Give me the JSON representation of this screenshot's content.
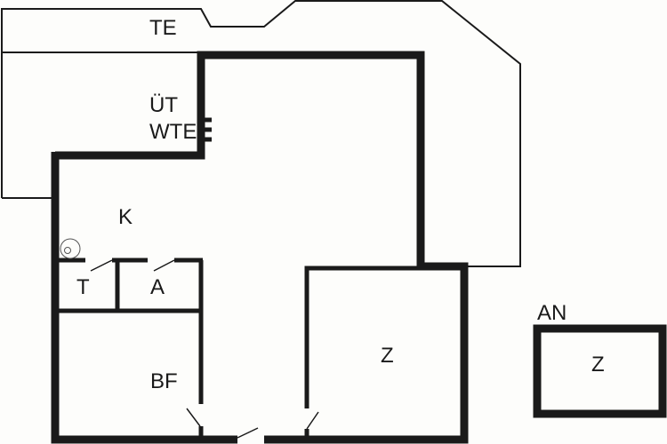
{
  "labels": {
    "terrace": "TE",
    "covered_terrace_1": "ÜT",
    "covered_terrace_2": "WTE",
    "kitchen": "K",
    "toilet": "T",
    "storage": "A",
    "bathroom": "BF",
    "room": "Z",
    "annex": "AN",
    "annex_room": "Z"
  }
}
